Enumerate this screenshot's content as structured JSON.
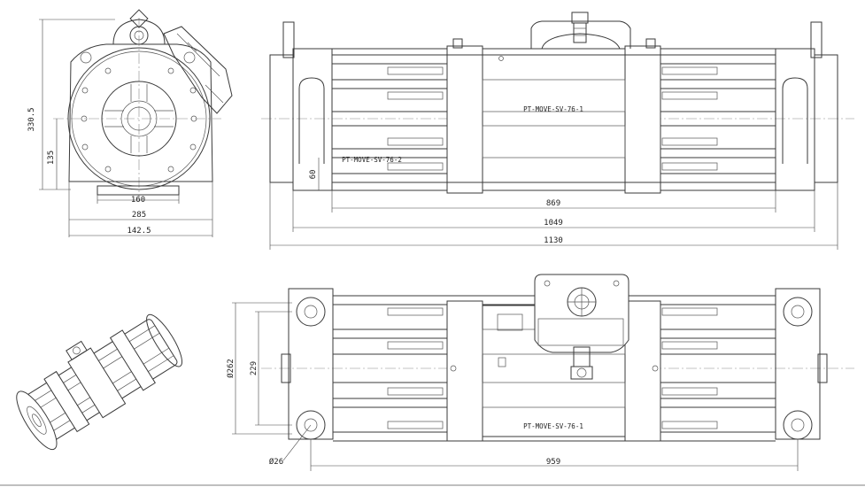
{
  "dimensions": {
    "front_height": "330.5",
    "front_center_height": "135",
    "front_base_inner": "160",
    "front_base_outer": "285",
    "front_half_width": "142.5",
    "side_mount_height": "60",
    "side_rod_length": "869",
    "side_body_length": "1049",
    "side_overall_length": "1130",
    "top_outer_diameter": "Ø262",
    "top_bolt_circle": "229",
    "top_hole_diameter": "Ø26",
    "top_hole_spacing": "959"
  },
  "part_labels": {
    "side_upper": "PT-MOVE-SV-76-1",
    "side_lower": "PT-MOVE-SV-76-2",
    "top_view": "PT-MOVE-SV-76-1"
  },
  "views": [
    "front-view",
    "side-view",
    "top-view",
    "isometric-view"
  ]
}
